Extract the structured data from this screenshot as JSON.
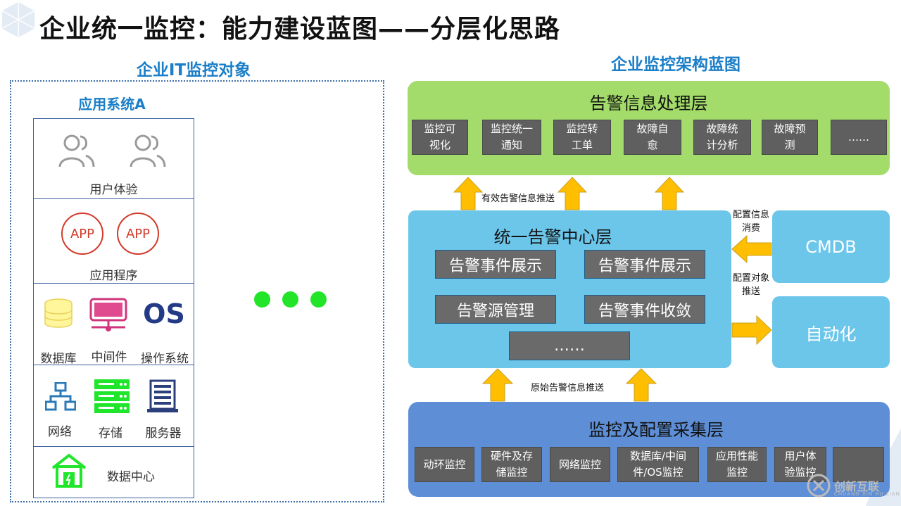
{
  "title": "企业统一监控：能力建设蓝图——分层化思路",
  "left": {
    "heading": "企业IT监控对象",
    "system_title": "应用系统A",
    "rows": {
      "user_experience": "用户体验",
      "app": {
        "icon_text": "APP",
        "label": "应用程序"
      },
      "database": "数据库",
      "middleware": "中间件",
      "os": {
        "icon_text": "OS",
        "label": "操作系统"
      },
      "network": "网络",
      "storage": "存储",
      "server": "服务器",
      "datacenter": "数据中心"
    }
  },
  "right": {
    "heading": "企业监控架构蓝图",
    "top_layer": {
      "title": "告警信息处理层",
      "boxes": [
        [
          "监控可",
          "视化"
        ],
        [
          "监控统一",
          "通知"
        ],
        [
          "监控转",
          "工单"
        ],
        [
          "故障自",
          "愈"
        ],
        [
          "故障统",
          "计分析"
        ],
        [
          "故障预",
          "测"
        ],
        [
          "……",
          ""
        ]
      ]
    },
    "push_top": "有效告警信息推送",
    "mid_layer": {
      "title": "统一告警中心层",
      "boxes": [
        "告警事件展示",
        "告警事件展示",
        "告警源管理",
        "告警事件收敛",
        "……"
      ]
    },
    "cmdb": "CMDB",
    "automation": "自动化",
    "config_consume": [
      "配置信息",
      "消费"
    ],
    "config_push": [
      "配置对象",
      "推送"
    ],
    "push_bottom": "原始告警信息推送",
    "bottom_layer": {
      "title": "监控及配置采集层",
      "boxes": [
        [
          "动环监控",
          ""
        ],
        [
          "硬件及存",
          "储监控"
        ],
        [
          "网络监控",
          ""
        ],
        [
          "数据库/中间",
          "件/OS监控"
        ],
        [
          "应用性能",
          "监控"
        ],
        [
          "用户体",
          "验监控"
        ],
        [
          "",
          ""
        ]
      ]
    }
  },
  "watermark": {
    "name": "创新互联",
    "sub": "CHUANG XIN HU LIAN"
  },
  "colors": {
    "green_layer": "#a3dc6a",
    "blue_layer": "#6cc6ea",
    "dark_blue_layer": "#5e8fd6",
    "arrow": "#ffbf00",
    "dots": "#22e52a",
    "heading_blue": "#1a7ec8"
  }
}
